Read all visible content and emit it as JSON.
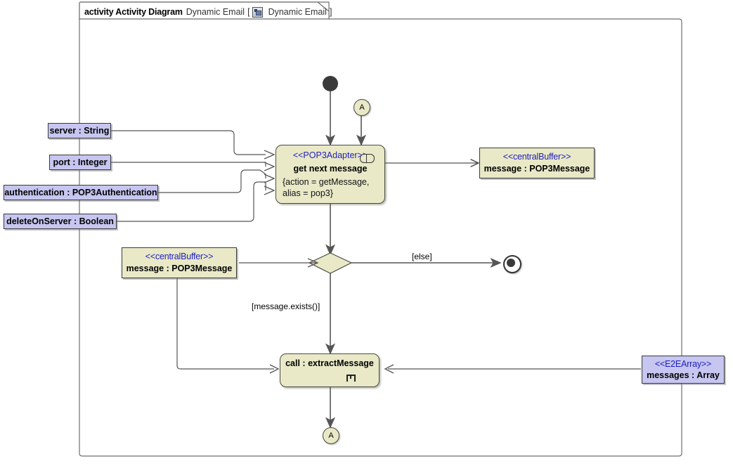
{
  "frame": {
    "keyword": "activity Activity Diagram",
    "name": "Dynamic Email",
    "bracket_open": "[",
    "icon": "diagram-icon",
    "ref_name": "Dynamic Email",
    "bracket_close": "]"
  },
  "nodes": {
    "initial": {
      "name": "initial-node"
    },
    "connector_top": {
      "label": "A"
    },
    "connector_bottom": {
      "label": "A"
    },
    "final": {
      "name": "activity-final-node"
    },
    "get_next_message": {
      "stereotype": "<<POP3Adapter>>",
      "title": "get next message",
      "prop_line_1": "{action = getMessage,",
      "prop_line_2": "alias = pop3}",
      "icon": "accept-event-pill-icon"
    },
    "extract_message": {
      "title": "call : extractMessage",
      "icon": "call-behavior-rake-icon"
    },
    "buffer_right": {
      "stereotype": "<<centralBuffer>>",
      "label": "message : POP3Message"
    },
    "buffer_left": {
      "stereotype": "<<centralBuffer>>",
      "label": "message : POP3Message"
    },
    "messages_array": {
      "stereotype": "<<E2EArray>>",
      "label": "messages : Array"
    },
    "decision": {
      "name": "decision-node"
    }
  },
  "parameters": [
    {
      "label": "server : String"
    },
    {
      "label": "port : Integer"
    },
    {
      "label": "authentication : POP3Authentication"
    },
    {
      "label": "deleteOnServer : Boolean"
    }
  ],
  "guards": {
    "else": "[else]",
    "message_exists": "[message.exists()]"
  },
  "colors": {
    "action_fill": "#e9e9c8",
    "param_fill": "#c6c6f0",
    "stereotype_text": "#2020c0",
    "line": "#555555",
    "border": "#3a3a3a"
  }
}
